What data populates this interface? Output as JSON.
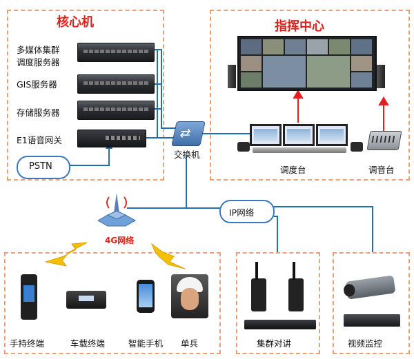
{
  "core": {
    "title": "核心机",
    "servers": [
      {
        "label_line1": "多媒体集群",
        "label_line2": "调度服务器"
      },
      {
        "label_line1": "GIS服务器",
        "label_line2": ""
      },
      {
        "label_line1": "存储服务器",
        "label_line2": ""
      },
      {
        "label_line1": "E1语音网关",
        "label_line2": ""
      }
    ],
    "pstn": "PSTN"
  },
  "command": {
    "title": "指挥中心",
    "console": "调度台",
    "mixer": "调音台"
  },
  "switch_label": "交换机",
  "ip_network": "IP网络",
  "lte_network": "4G网络",
  "terminals": [
    {
      "label": "手持终端"
    },
    {
      "label": "车载终端"
    },
    {
      "label": "智能手机"
    },
    {
      "label": "单兵"
    }
  ],
  "trunking": "集群对讲",
  "video": "视频监控",
  "colors": {
    "border": "#f0a070",
    "title": "#e0201a",
    "line": "#1f6fb5",
    "arrow": "#e02020",
    "cloud_border": "#3a78c0",
    "lightning": "#f5c000"
  }
}
